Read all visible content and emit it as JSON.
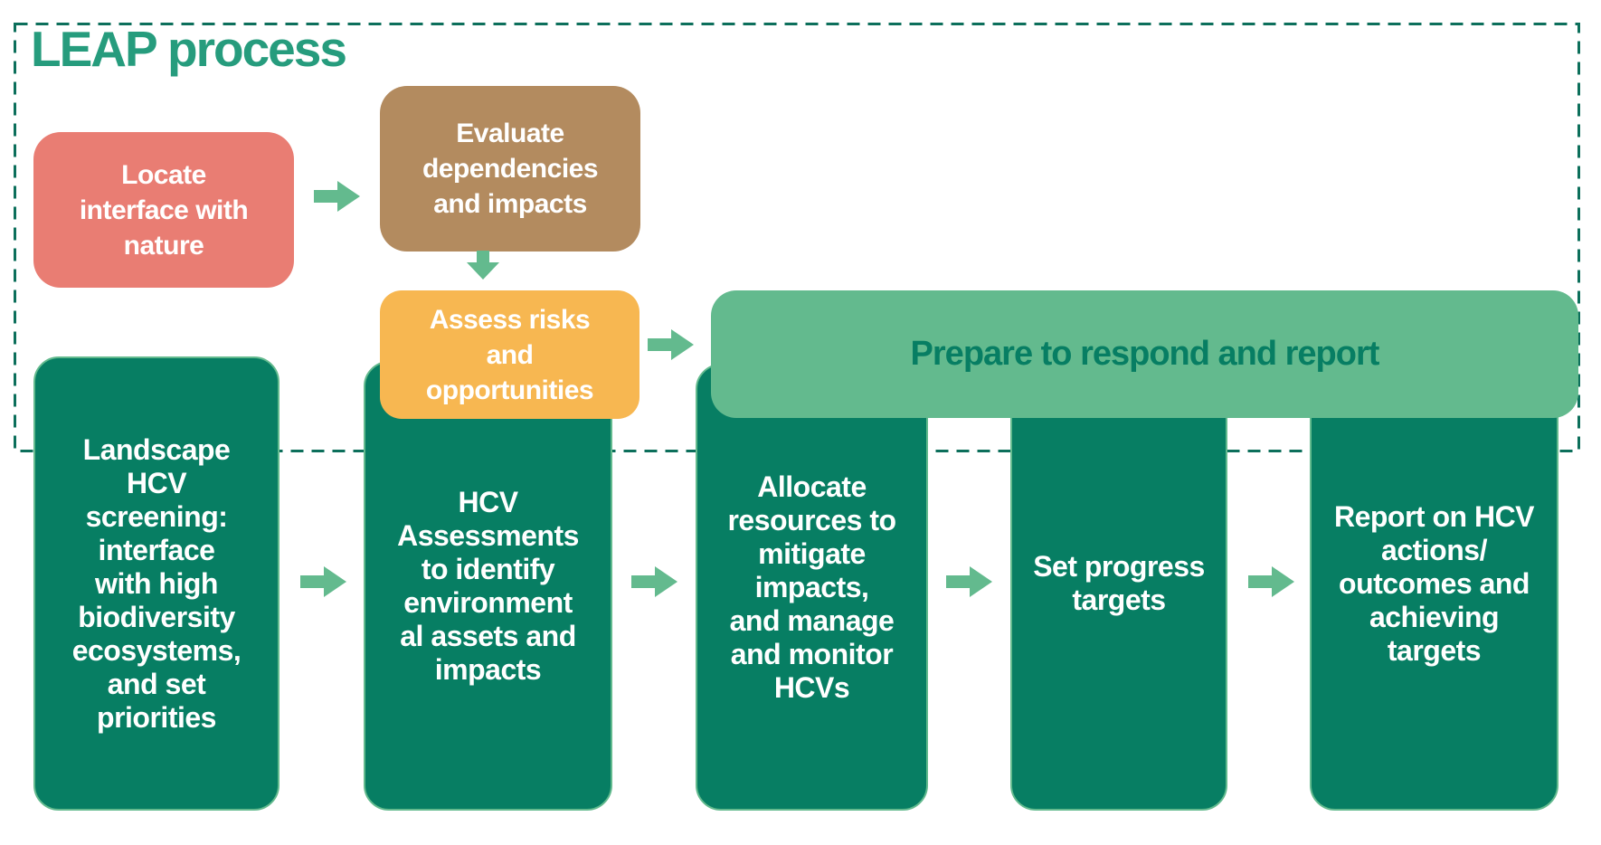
{
  "title": "LEAP process",
  "colors": {
    "title_green": "#269c7d",
    "dark_green_box": "#077e63",
    "light_green": "#63ba8e",
    "salmon_box": "#e97d73",
    "brown_box": "#b38b5f",
    "yellow_box": "#f7b751",
    "dashed_border": "#0c6f5b",
    "box_text_white": "#ffffff",
    "prepare_text": "#077e63"
  },
  "leap_steps": {
    "locate": "Locate\ninterface with\nnature",
    "evaluate": "Evaluate\ndependencies\nand impacts",
    "assess": "Assess risks\nand\nopportunities",
    "prepare": "Prepare to respond and report"
  },
  "hcv_steps": [
    "Landscape\nHCV\nscreening:\ninterface\nwith high\nbiodiversity\necosystems,\nand set\npriorities",
    "HCV\nAssessments\nto identify\nenvironment\nal assets and\nimpacts",
    "Allocate\nresources to\nmitigate\nimpacts,\nand manage\nand monitor\nHCVs",
    "Set progress\ntargets",
    "Report on HCV\nactions/\noutcomes and\nachieving\ntargets"
  ],
  "icons": {
    "arrow_right": "block-arrow-right",
    "arrow_down": "block-arrow-down",
    "boundary": "dashed-rectangle"
  }
}
